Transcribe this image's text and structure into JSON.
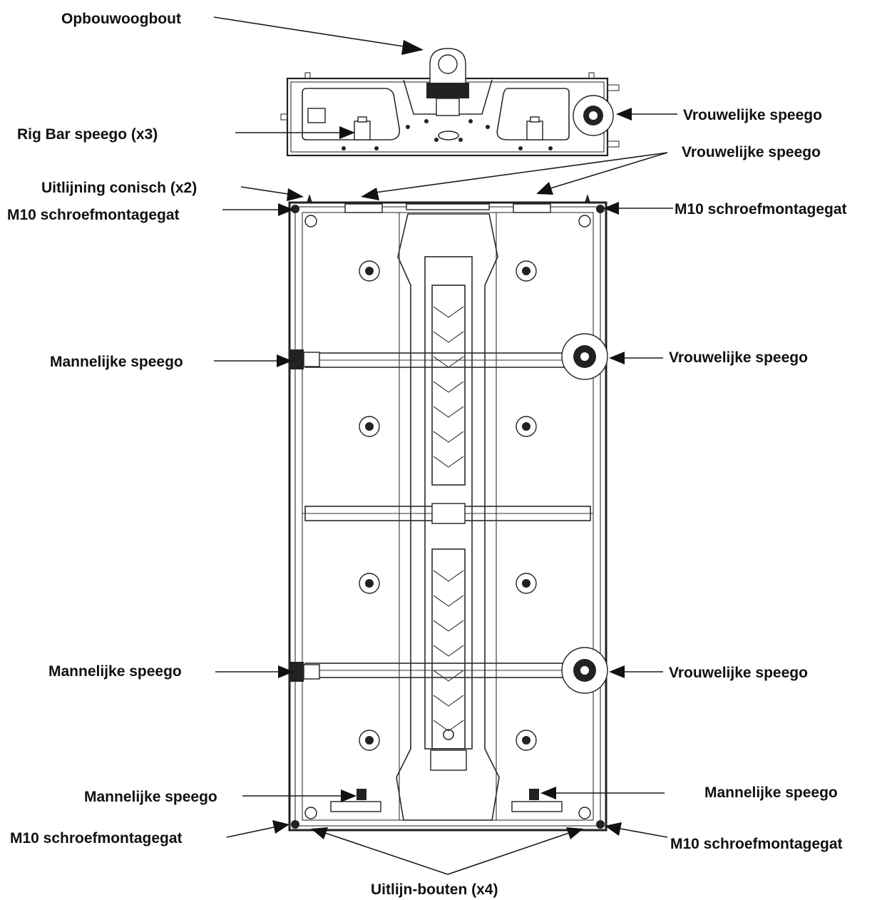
{
  "diagram": {
    "labels": {
      "lifting_eye": "Opbouwoogbout",
      "rig_bar_speego": "Rig Bar speego (x3)",
      "female_speego_bar": "Vrouwelijke speego",
      "female_speego_top": "Vrouwelijke speego",
      "alignment_cone": "Uitlijning conisch (x2)",
      "m10_top_left": "M10 schroefmontagegat",
      "m10_top_right": "M10 schroefmontagegat",
      "male_speego_upper": "Mannelijke speego",
      "female_speego_upper": "Vrouwelijke speego",
      "male_speego_lower": "Mannelijke speego",
      "female_speego_lower": "Vrouwelijke speego",
      "male_speego_bottom_left": "Mannelijke speego",
      "male_speego_bottom_right": "Mannelijke speego",
      "m10_bottom_left": "M10 schroefmontagegat",
      "m10_bottom_right": "M10 schroefmontagegat",
      "alignment_bolts": "Uitlijn-bouten (x4)"
    },
    "colors": {
      "line": "#1a1a1a",
      "text": "#111111",
      "background": "#ffffff"
    }
  }
}
